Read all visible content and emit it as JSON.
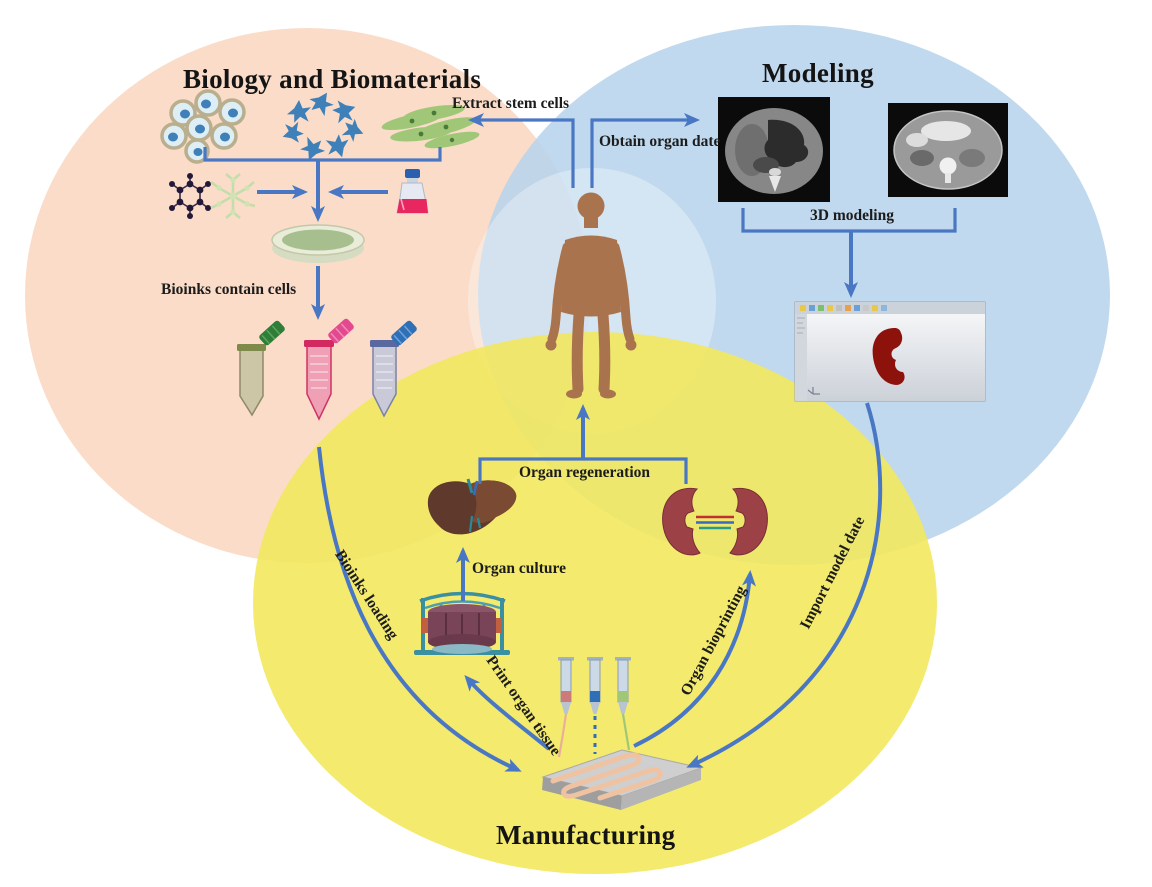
{
  "figure": {
    "type": "venn-process-diagram",
    "description": "3D bioprinting workflow across three overlapping domains"
  },
  "regions": {
    "biology": {
      "title": "Biology and Biomaterials"
    },
    "modeling": {
      "title": "Modeling"
    },
    "manufacturing": {
      "title": "Manufacturing"
    }
  },
  "labels": {
    "extract_stem_cells": "Extract stem cells",
    "obtain_organ_date": "Obtain organ date",
    "three_d_modeling": "3D modeling",
    "bioinks_contain_cells": "Bioinks contain cells",
    "organ_regeneration": "Organ regeneration",
    "organ_culture": "Organ culture",
    "bioinks_loading": "Bioinks loading",
    "print_organ_tissue": "Print organ tissue",
    "organ_bioprinting": "Organ bioprinting",
    "import_model_date": "Import model date"
  },
  "icons": [
    "round-stem-cells-icon",
    "star-cells-icon",
    "spindle-cells-icon",
    "molecule-icon",
    "polymer-network-icon",
    "culture-flask-icon",
    "petri-dish-icon",
    "bioink-tube-green-icon",
    "bioink-tube-pink-icon",
    "bioink-tube-blue-icon",
    "human-body-icon",
    "ct-scan-1-image",
    "ct-scan-2-image",
    "cad-software-window",
    "kidney-model-icon",
    "liver-icon",
    "kidneys-icon",
    "bioreactor-icon",
    "syringe-pink-icon",
    "syringe-blue-icon",
    "syringe-green-icon",
    "print-platform-icon"
  ],
  "colors": {
    "biology": "#fadcc8",
    "modeling": "#b7d4ec",
    "manufacturing": "#f2e85e",
    "arrow": "#4a77c4",
    "text": "#1c1c1c",
    "human": "#a9734d"
  }
}
